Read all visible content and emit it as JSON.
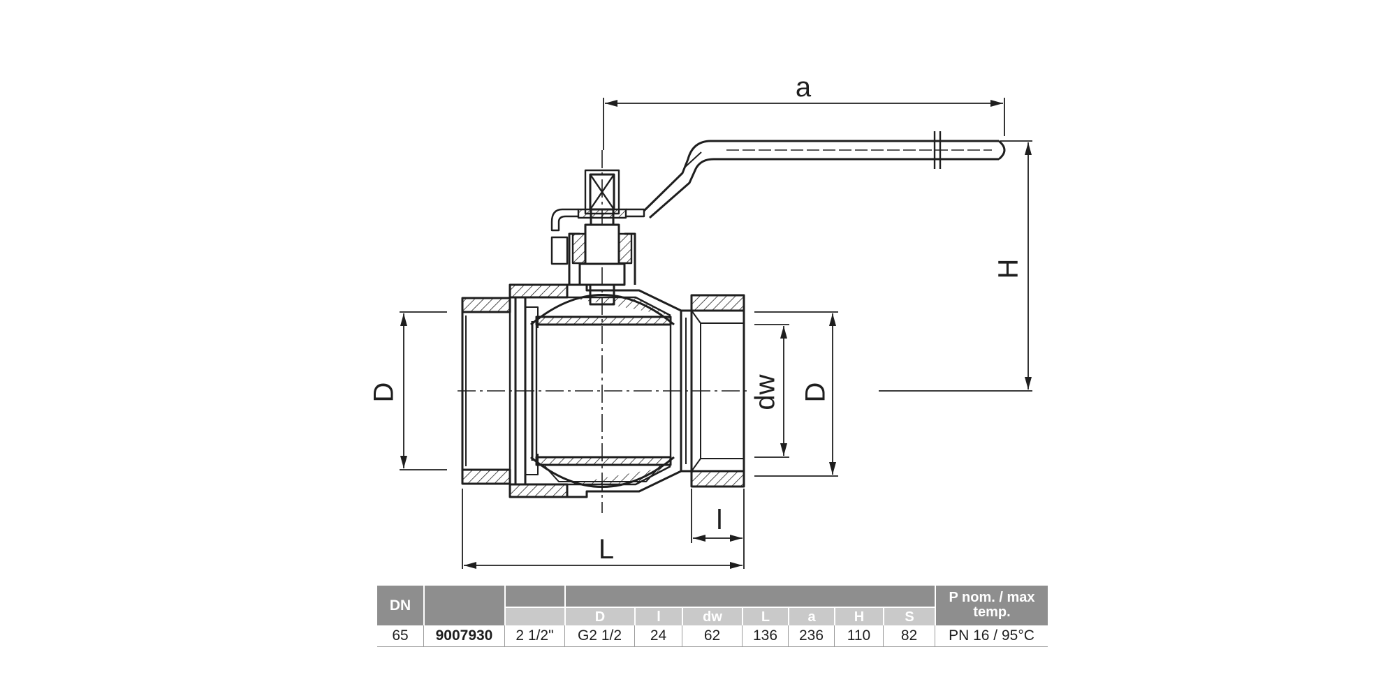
{
  "drawing": {
    "labels": {
      "a": "a",
      "H": "H",
      "D_left": "D",
      "D_right": "D",
      "dw": "dw",
      "l": "l",
      "L": "L"
    }
  },
  "table": {
    "headers": {
      "dn": "DN",
      "code": "",
      "size": "",
      "D": "D",
      "l": "l",
      "dw": "dw",
      "L": "L",
      "a": "a",
      "H": "H",
      "S": "S",
      "pressure_line1": "P nom. / max",
      "pressure_line2": "temp."
    },
    "row": {
      "dn": "65",
      "code": "9007930",
      "size": "2 1/2\"",
      "D": "G2 1/2",
      "l": "24",
      "dw": "62",
      "L": "136",
      "a": "236",
      "H": "110",
      "S": "82",
      "pressure": "PN 16 / 95°C"
    }
  }
}
